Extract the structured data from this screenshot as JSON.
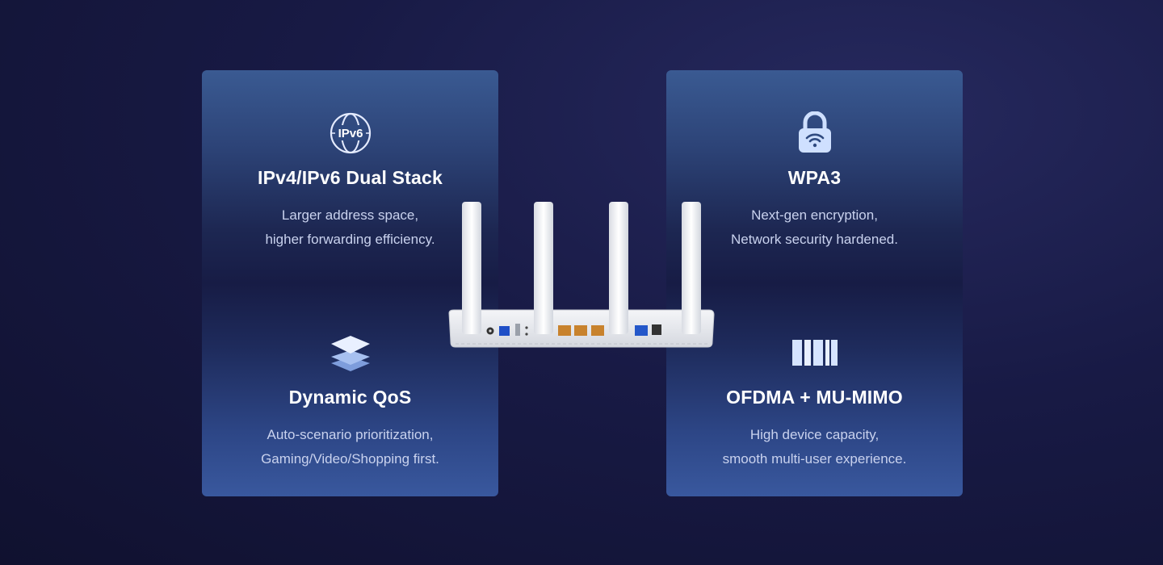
{
  "features": {
    "ipv6": {
      "icon": "ipv6-globe-icon",
      "icon_label": "IPv6",
      "title": "IPv4/IPv6 Dual Stack",
      "line1": "Larger address space,",
      "line2": "higher forwarding efficiency."
    },
    "wpa3": {
      "icon": "wifi-lock-icon",
      "title": "WPA3",
      "line1": "Next-gen encryption,",
      "line2": "Network security hardened."
    },
    "qos": {
      "icon": "layers-icon",
      "title": "Dynamic QoS",
      "line1": "Auto-scenario prioritization,",
      "line2": "Gaming/Video/Shopping first."
    },
    "ofdma": {
      "icon": "bars-icon",
      "title": "OFDMA + MU-MIMO",
      "line1": "High device capacity,",
      "line2": "smooth multi-user experience."
    }
  },
  "colors": {
    "accent_text": "#c9d2ee",
    "icon_fill": "#cfe0ff",
    "background": "#181a45"
  }
}
